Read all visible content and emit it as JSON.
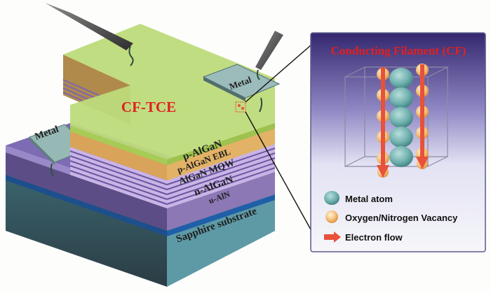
{
  "device": {
    "layer_labels": {
      "cf_tce": "CF-TCE",
      "metal_left": "Metal",
      "metal_right": "Metal",
      "p_algan": "p-AlGaN",
      "p_algan_ebl": "p-AlGaN EBL",
      "algan_mqw": "AlGaN MQW",
      "n_algan": "n-AlGaN",
      "u_aln": "u-AlN",
      "substrate": "Sapphire substrate"
    }
  },
  "inset": {
    "title": "Conducting Filament (CF)",
    "legend": [
      {
        "label": "Metal atom",
        "symbol": "metal-atom",
        "color": "#6fb0ae"
      },
      {
        "label": "Oxygen/Nitrogen Vacancy",
        "symbol": "vacancy",
        "color": "#f3b46a"
      },
      {
        "label": "Electron flow",
        "symbol": "arrow",
        "color": "#e8513a"
      }
    ]
  },
  "colors": {
    "tce_top": "#bedb7a",
    "tce_side": "#a6cc55",
    "ptype": "#d9a35a",
    "mqw": "#c9b4e6",
    "n_layer": "#8b78b4",
    "aln": "#1f5fa8",
    "substrate": "#5e9aa6",
    "inset_grad_top": "#3b2f76",
    "inset_grad_bottom": "#f4f4fb",
    "title_red": "#e02020"
  }
}
